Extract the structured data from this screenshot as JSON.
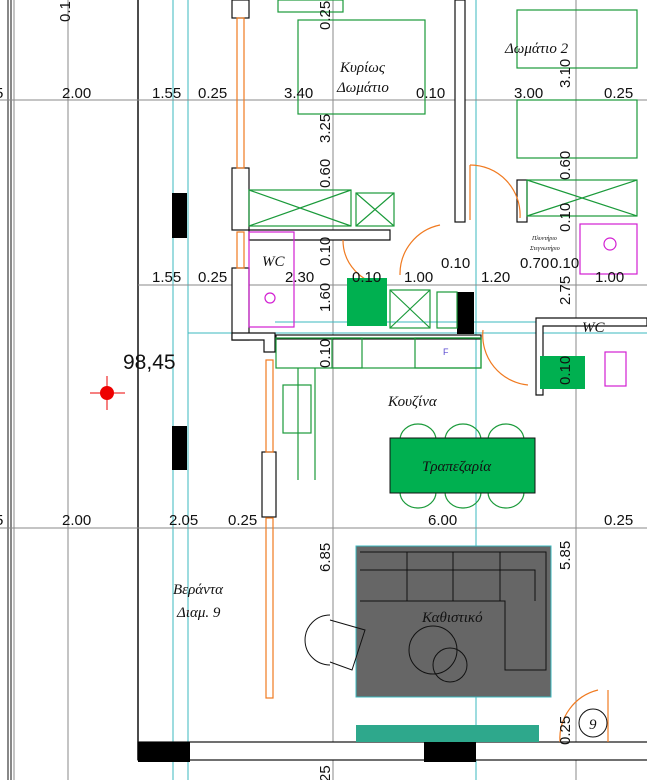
{
  "dimensions_row1": [
    "5",
    "2.00",
    "1.55",
    "0.25",
    "3.40",
    "0.10",
    "3.00",
    "0.25"
  ],
  "dimensions_row2": [
    "1.55",
    "0.25",
    "2.30",
    "0.10",
    "1.00",
    "0.10",
    "1.20",
    "0.70",
    "0.10",
    "1.00"
  ],
  "dimensions_row3": [
    "5",
    "2.00",
    "2.05",
    "0.25",
    "6.00",
    "0.25"
  ],
  "dimensions_vertical_left": [
    "0.25",
    "3.25",
    "0.60",
    "0.10",
    "1.60",
    "0.10",
    "6.85",
    "25"
  ],
  "dimensions_vertical_right": [
    "3.10",
    "0.60",
    "0.10",
    "2.75",
    "0.10",
    "5.85",
    "0.25"
  ],
  "dimension_top_left": "0.1",
  "rooms": {
    "master_bedroom_1": "Κυρίως",
    "master_bedroom_2": "Δωμάτιο",
    "bedroom_2": "Δωμάτιο 2",
    "wc_left": "WC",
    "wc_right": "WC",
    "kitchen": "Κουζίνα",
    "dining": "Τραπεζαρία",
    "veranda_1": "Βεράντα",
    "veranda_2": "Διαμ. 9",
    "living": "Καθιστικό",
    "laundry_1": "Πλυντήριο",
    "laundry_2": "Στεγνωτήριο"
  },
  "elevation": "98,45",
  "fridge_label": "F",
  "apartment_number": "9",
  "colors": {
    "furniture": "#1a9a3a",
    "sanitary": "#d21fd2",
    "door": "#f07a20",
    "dining_fill": "#00b050",
    "sofa_fill": "#666666",
    "grid": "#3bb8bf"
  }
}
